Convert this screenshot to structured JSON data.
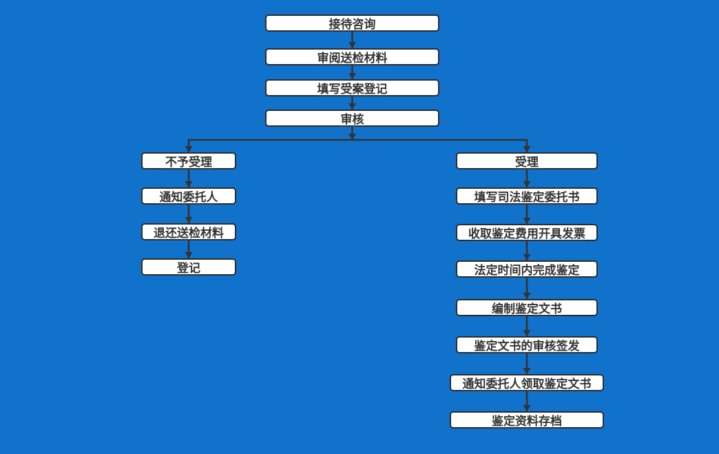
{
  "flowchart": {
    "colors": {
      "background": "#1172CC",
      "node_fill": "#FFFFFF",
      "node_border": "#2B2B2B",
      "text": "#333333",
      "connector": "#333333"
    },
    "center_column": [
      "接待咨询",
      "审阅送检材料",
      "填写受案登记",
      "审核"
    ],
    "left_branch": [
      "不予受理",
      "通知委托人",
      "退还送检材料",
      "登记"
    ],
    "right_branch": [
      "受理",
      "填写司法鉴定委托书",
      "收取鉴定费用开具发票",
      "法定时间内完成鉴定",
      "编制鉴定文书",
      "鉴定文书的审核签发",
      "通知委托人领取鉴定文书",
      "鉴定资料存档"
    ]
  }
}
